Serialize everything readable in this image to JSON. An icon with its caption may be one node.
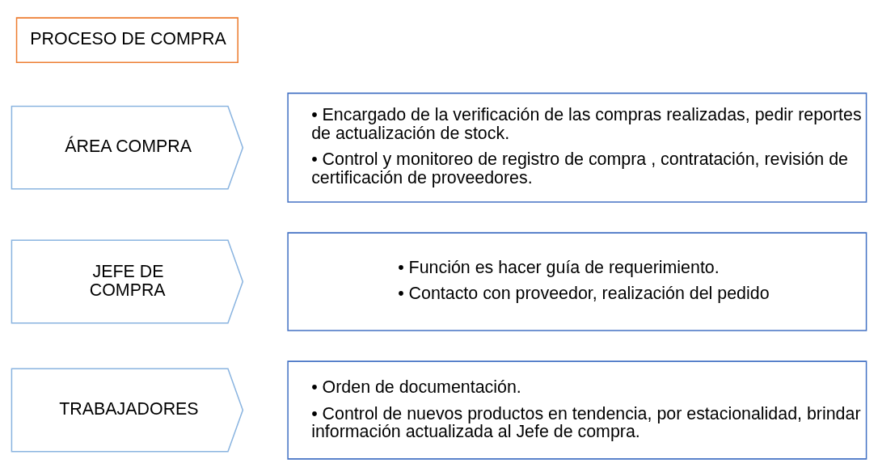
{
  "diagram": {
    "nodes": [
      {
        "text": [
          "PROCESO DE COMPRA"
        ]
      },
      {
        "text": [
          "ÁREA COMPRA"
        ]
      },
      {
        "text": [
          "• Encargado de la verificación de las compras realizadas, pedir reportes de actualización de stock.",
          "• Control y monitoreo de registro de compra , contratación, revisión de certificación de proveedores."
        ]
      },
      {
        "text": [
          "JEFE DE COMPRA"
        ]
      },
      {
        "text": [
          "• Función es hacer guía de requerimiento.",
          "• Contacto con proveedor, realización del pedido"
        ]
      },
      {
        "text": [
          "TRABAJADORES"
        ]
      },
      {
        "text": [
          "• Orden de documentación.",
          "• Control de nuevos productos en tendencia, por estacionalidad, brindar información actualizada al Jefe de compra."
        ]
      }
    ],
    "edges": []
  }
}
